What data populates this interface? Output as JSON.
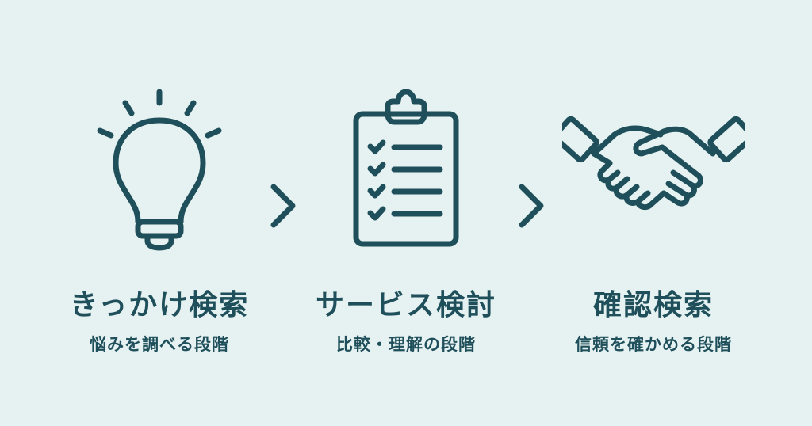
{
  "colors": {
    "background": "#e6f2f2",
    "ink": "#1e4f5a"
  },
  "steps": [
    {
      "icon": "lightbulb-icon",
      "title": "きっかけ検索",
      "subtitle": "悩みを調べる段階"
    },
    {
      "icon": "clipboard-checklist-icon",
      "title": "サービス検討",
      "subtitle": "比較・理解の段階"
    },
    {
      "icon": "handshake-icon",
      "title": "確認検索",
      "subtitle": "信頼を確かめる段階"
    }
  ],
  "arrows": [
    "chevron-right-icon",
    "chevron-right-icon"
  ]
}
